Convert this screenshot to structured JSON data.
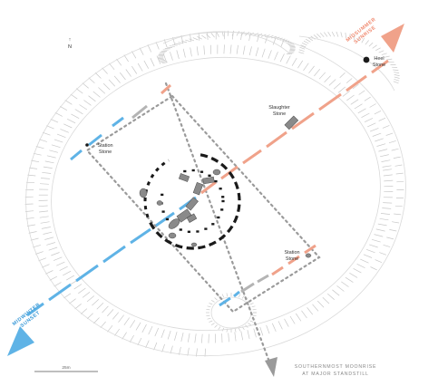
{
  "north_marker": {
    "letter": "N",
    "glyph": "↑"
  },
  "labels": {
    "heel_stone": [
      "Heel",
      "Stone"
    ],
    "slaughter_stone": [
      "Slaughter",
      "Stone"
    ],
    "station_stone_nw": [
      "Station",
      "Stone"
    ],
    "station_stone_se": [
      "Station",
      "Stone"
    ]
  },
  "axes": {
    "midsummer_sunrise": [
      "MIDSUMMER",
      "SUNRISE"
    ],
    "midwinter_sunset": [
      "MIDWINTER",
      "SUNSET"
    ],
    "moonrise": [
      "SOUTHERNMOST MOONRISE",
      "AT MAJOR STANDSTILL"
    ]
  },
  "scale_bar": {
    "label": "25m"
  },
  "colors": {
    "sunrise": "#f0a28a",
    "sunset": "#5fb3e6",
    "moonrise": "#9a9a9a",
    "earthwork": "#c8c8c8",
    "stone": "#8a8a8a",
    "ink": "#1a1a1a"
  }
}
